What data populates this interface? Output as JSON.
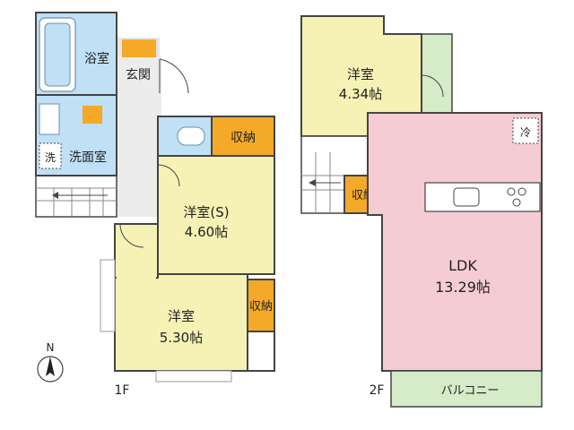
{
  "colors": {
    "bath": "#bfe0f5",
    "entry": "#f4a928",
    "storage": "#f4a928",
    "room": "#f6f2b5",
    "ldk": "#f6ccd4",
    "balcony": "#d6ebc8",
    "floor": "#e6e6e6",
    "wall": "#444444"
  },
  "floor1": {
    "label": "1F",
    "rooms": {
      "bath": "浴室",
      "entrance": "玄関",
      "washroom": "洗面室",
      "washer": "洗",
      "storage_top": "収納",
      "storage_side": "収納",
      "room_s_name": "洋室(S)",
      "room_s_size": "4.60帖",
      "room_main_name": "洋室",
      "room_main_size": "5.30帖"
    }
  },
  "floor2": {
    "label": "2F",
    "rooms": {
      "room_name": "洋室",
      "room_size": "4.34帖",
      "storage": "収納",
      "fridge": "冷",
      "ldk_name": "LDK",
      "ldk_size": "13.29帖",
      "balcony": "バルコニー"
    }
  },
  "compass": {
    "label": "N"
  }
}
